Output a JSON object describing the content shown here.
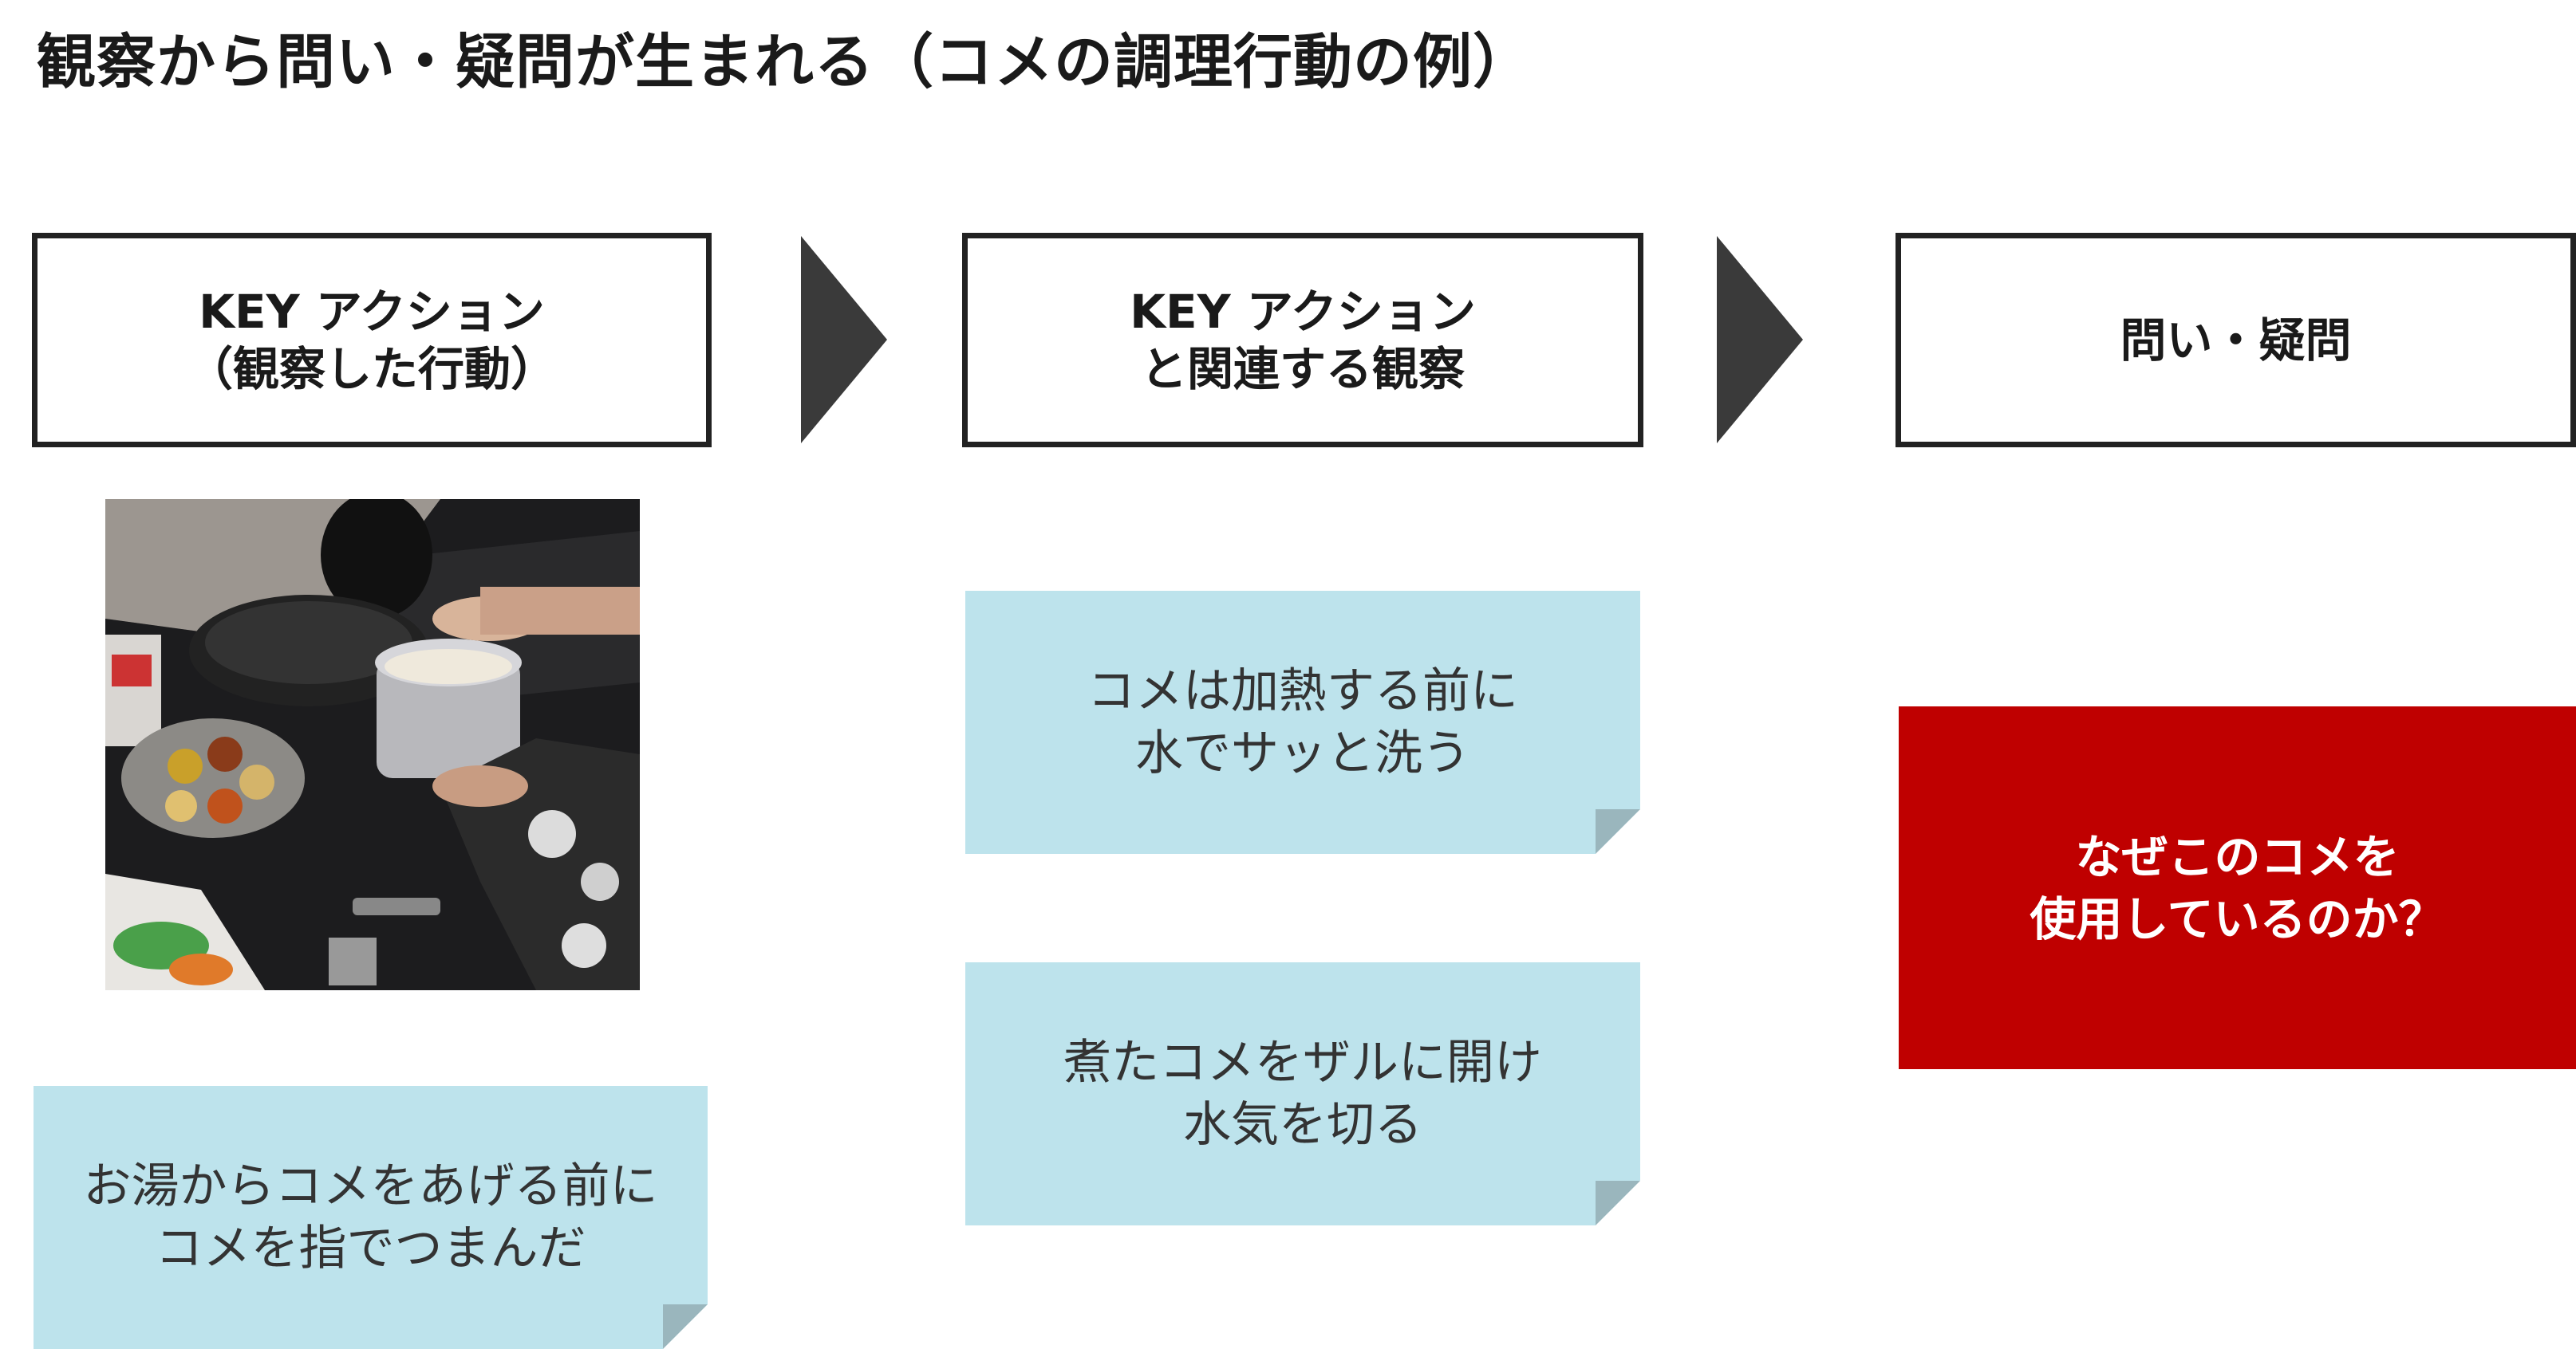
{
  "title": "観察から問い・疑問が生まれる（コメの調理行動の例）",
  "headers": [
    {
      "line1": "KEY アクション",
      "line2": "（観察した行動）"
    },
    {
      "line1": "KEY アクション",
      "line2": "と関連する観察"
    },
    {
      "line1": "問い・疑問"
    }
  ],
  "observed_action": {
    "line1": "お湯からコメをあげる前に",
    "line2": "コメを指でつまんだ"
  },
  "related_observations": [
    {
      "line1": "コメは加熱する前に",
      "line2": "水でサッと洗う"
    },
    {
      "line1": "煮たコメをザルに開け",
      "line2": "水気を切る"
    }
  ],
  "question": {
    "line1": "なぜこのコメを",
    "line2": "使用しているのか？"
  },
  "colors": {
    "note_fill": "#bde3ec",
    "question_fill": "#bf0000",
    "arrow": "#3a3a3a",
    "border": "#222222"
  }
}
